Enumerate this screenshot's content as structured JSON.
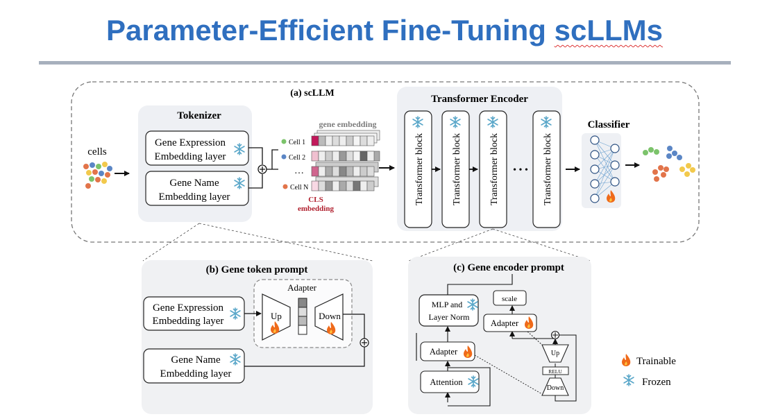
{
  "title_main": "Parameter-Efficient Fine-Tuning ",
  "title_tail": "scLLMs",
  "panel_a": {
    "label": "(a) scLLM",
    "cells_label": "cells",
    "tokenizer": {
      "title": "Tokenizer",
      "expr_l1": "Gene Expression",
      "expr_l2": "Embedding layer",
      "name_l1": "Gene Name",
      "name_l2": "Embedding layer"
    },
    "gene_embedding": "gene embedding",
    "cell_rows": [
      "Cell 1",
      "Cell 2",
      "Cell N"
    ],
    "ellipsis": "…",
    "cls_l1": "CLS",
    "cls_l2": "embedding",
    "encoder_title": "Transformer Encoder",
    "block_label": "Transformer block",
    "block_dots": "• • •",
    "classifier": "Classifier"
  },
  "panel_b": {
    "label": "(b) Gene token prompt",
    "adapter": "Adapter",
    "up": "Up",
    "down": "Down",
    "expr_l1": "Gene Expression",
    "expr_l2": "Embedding layer",
    "name_l1": "Gene Name",
    "name_l2": "Embedding layer"
  },
  "panel_c": {
    "label": "(c) Gene encoder prompt",
    "mlp_l1": "MLP and",
    "mlp_l2": "Layer Norm",
    "scale": "scale",
    "adapter_top": "Adapter",
    "adapter_mid": "Adapter",
    "attention": "Attention",
    "up": "Up",
    "relu": "RELU",
    "down": "Down"
  },
  "legend": {
    "trainable": "Trainable",
    "frozen": "Frozen"
  },
  "colors": {
    "title": "#2f6fbf",
    "panel_bg": "#f0f1f3",
    "cls_red": "#b0202e",
    "snow": "#5aa7c9",
    "fire": "#ef6a1a"
  },
  "icons": [
    "snowflake-icon",
    "fire-icon",
    "plus-circle-icon",
    "arrow-icon"
  ]
}
